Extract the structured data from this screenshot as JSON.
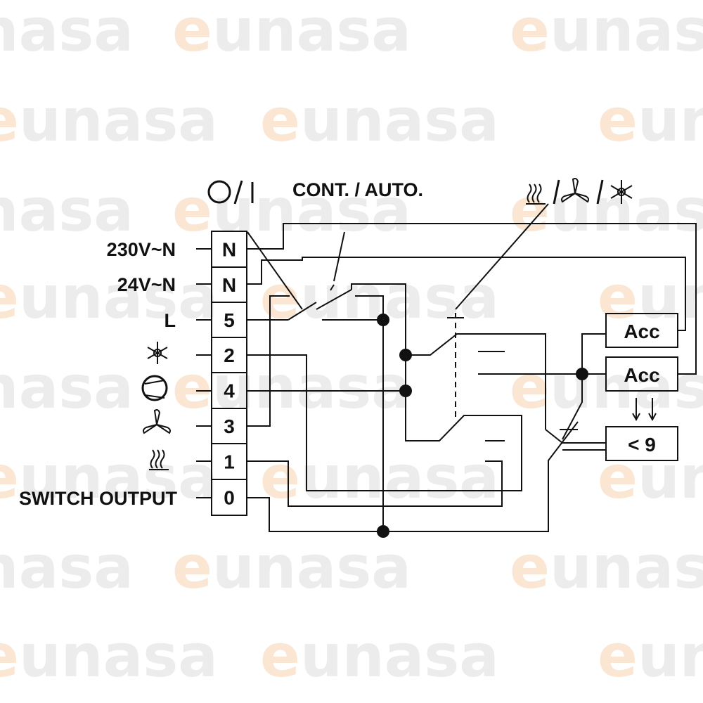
{
  "watermark": {
    "brand": "eunasa",
    "letter_e": "e",
    "rest": "unasa"
  },
  "header": {
    "power_switch_label": "O / |",
    "mode_switch_label": "CONT. / AUTO.",
    "function_selector_icons": [
      "heater-icon",
      "fan-icon",
      "snowflake-icon"
    ]
  },
  "left_labels": [
    {
      "id": "230v",
      "text": "230V~N"
    },
    {
      "id": "24v",
      "text": "24V~N"
    },
    {
      "id": "l",
      "text": "L"
    },
    {
      "id": "switch-output",
      "text": "SWITCH OUTPUT"
    }
  ],
  "left_icons": [
    "snowflake-icon",
    "compressor-icon",
    "fan-icon",
    "heater-icon"
  ],
  "terminals": [
    "N",
    "N",
    "5",
    "2",
    "4",
    "3",
    "1",
    "0"
  ],
  "boxes": {
    "acc_top": "Acc",
    "acc_bottom": "Acc",
    "limit": "< 9"
  },
  "colors": {
    "line": "#111111",
    "watermark_grey": "#ececec",
    "watermark_orange": "#fbe6d4"
  }
}
